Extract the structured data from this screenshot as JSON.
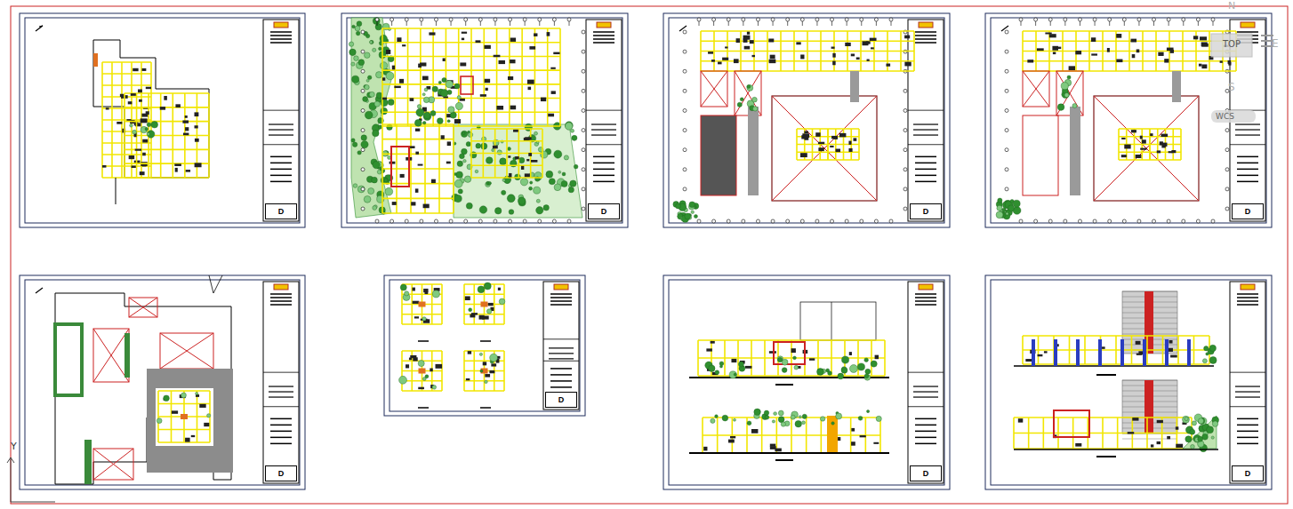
{
  "diagram": {
    "nodes": [
      {
        "text": [
          "D"
        ]
      },
      {
        "text": [
          "D"
        ]
      },
      {
        "text": [
          "D"
        ]
      },
      {
        "text": [
          "D"
        ]
      },
      {
        "text": [
          "D"
        ]
      },
      {
        "text": [
          "D"
        ]
      },
      {
        "text": [
          "D"
        ]
      },
      {
        "text": [
          "D"
        ]
      }
    ],
    "labels": [
      "N",
      "TOP",
      "E",
      "S",
      "WCS",
      "Y"
    ]
  }
}
